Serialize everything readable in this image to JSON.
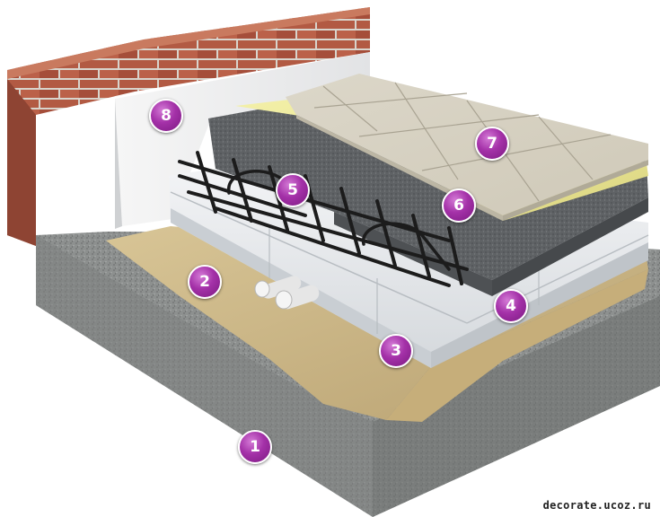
{
  "markers": [
    {
      "id": "1",
      "label": "1"
    },
    {
      "id": "2",
      "label": "2"
    },
    {
      "id": "3",
      "label": "3"
    },
    {
      "id": "4",
      "label": "4"
    },
    {
      "id": "5",
      "label": "5"
    },
    {
      "id": "6",
      "label": "6"
    },
    {
      "id": "7",
      "label": "7"
    },
    {
      "id": "8",
      "label": "8"
    }
  ],
  "watermark": "decorate.ucoz.ru",
  "colors": {
    "marker": "#a431a8",
    "brick": "#b0553f",
    "concrete": "#8c8f8e",
    "sand": "#cdb98a",
    "foam": "#e9ecef",
    "screed": "#5d6063",
    "underlay": "#ecea9a",
    "tile": "#d8d3c5",
    "insulation_board": "#f1f2f4"
  }
}
